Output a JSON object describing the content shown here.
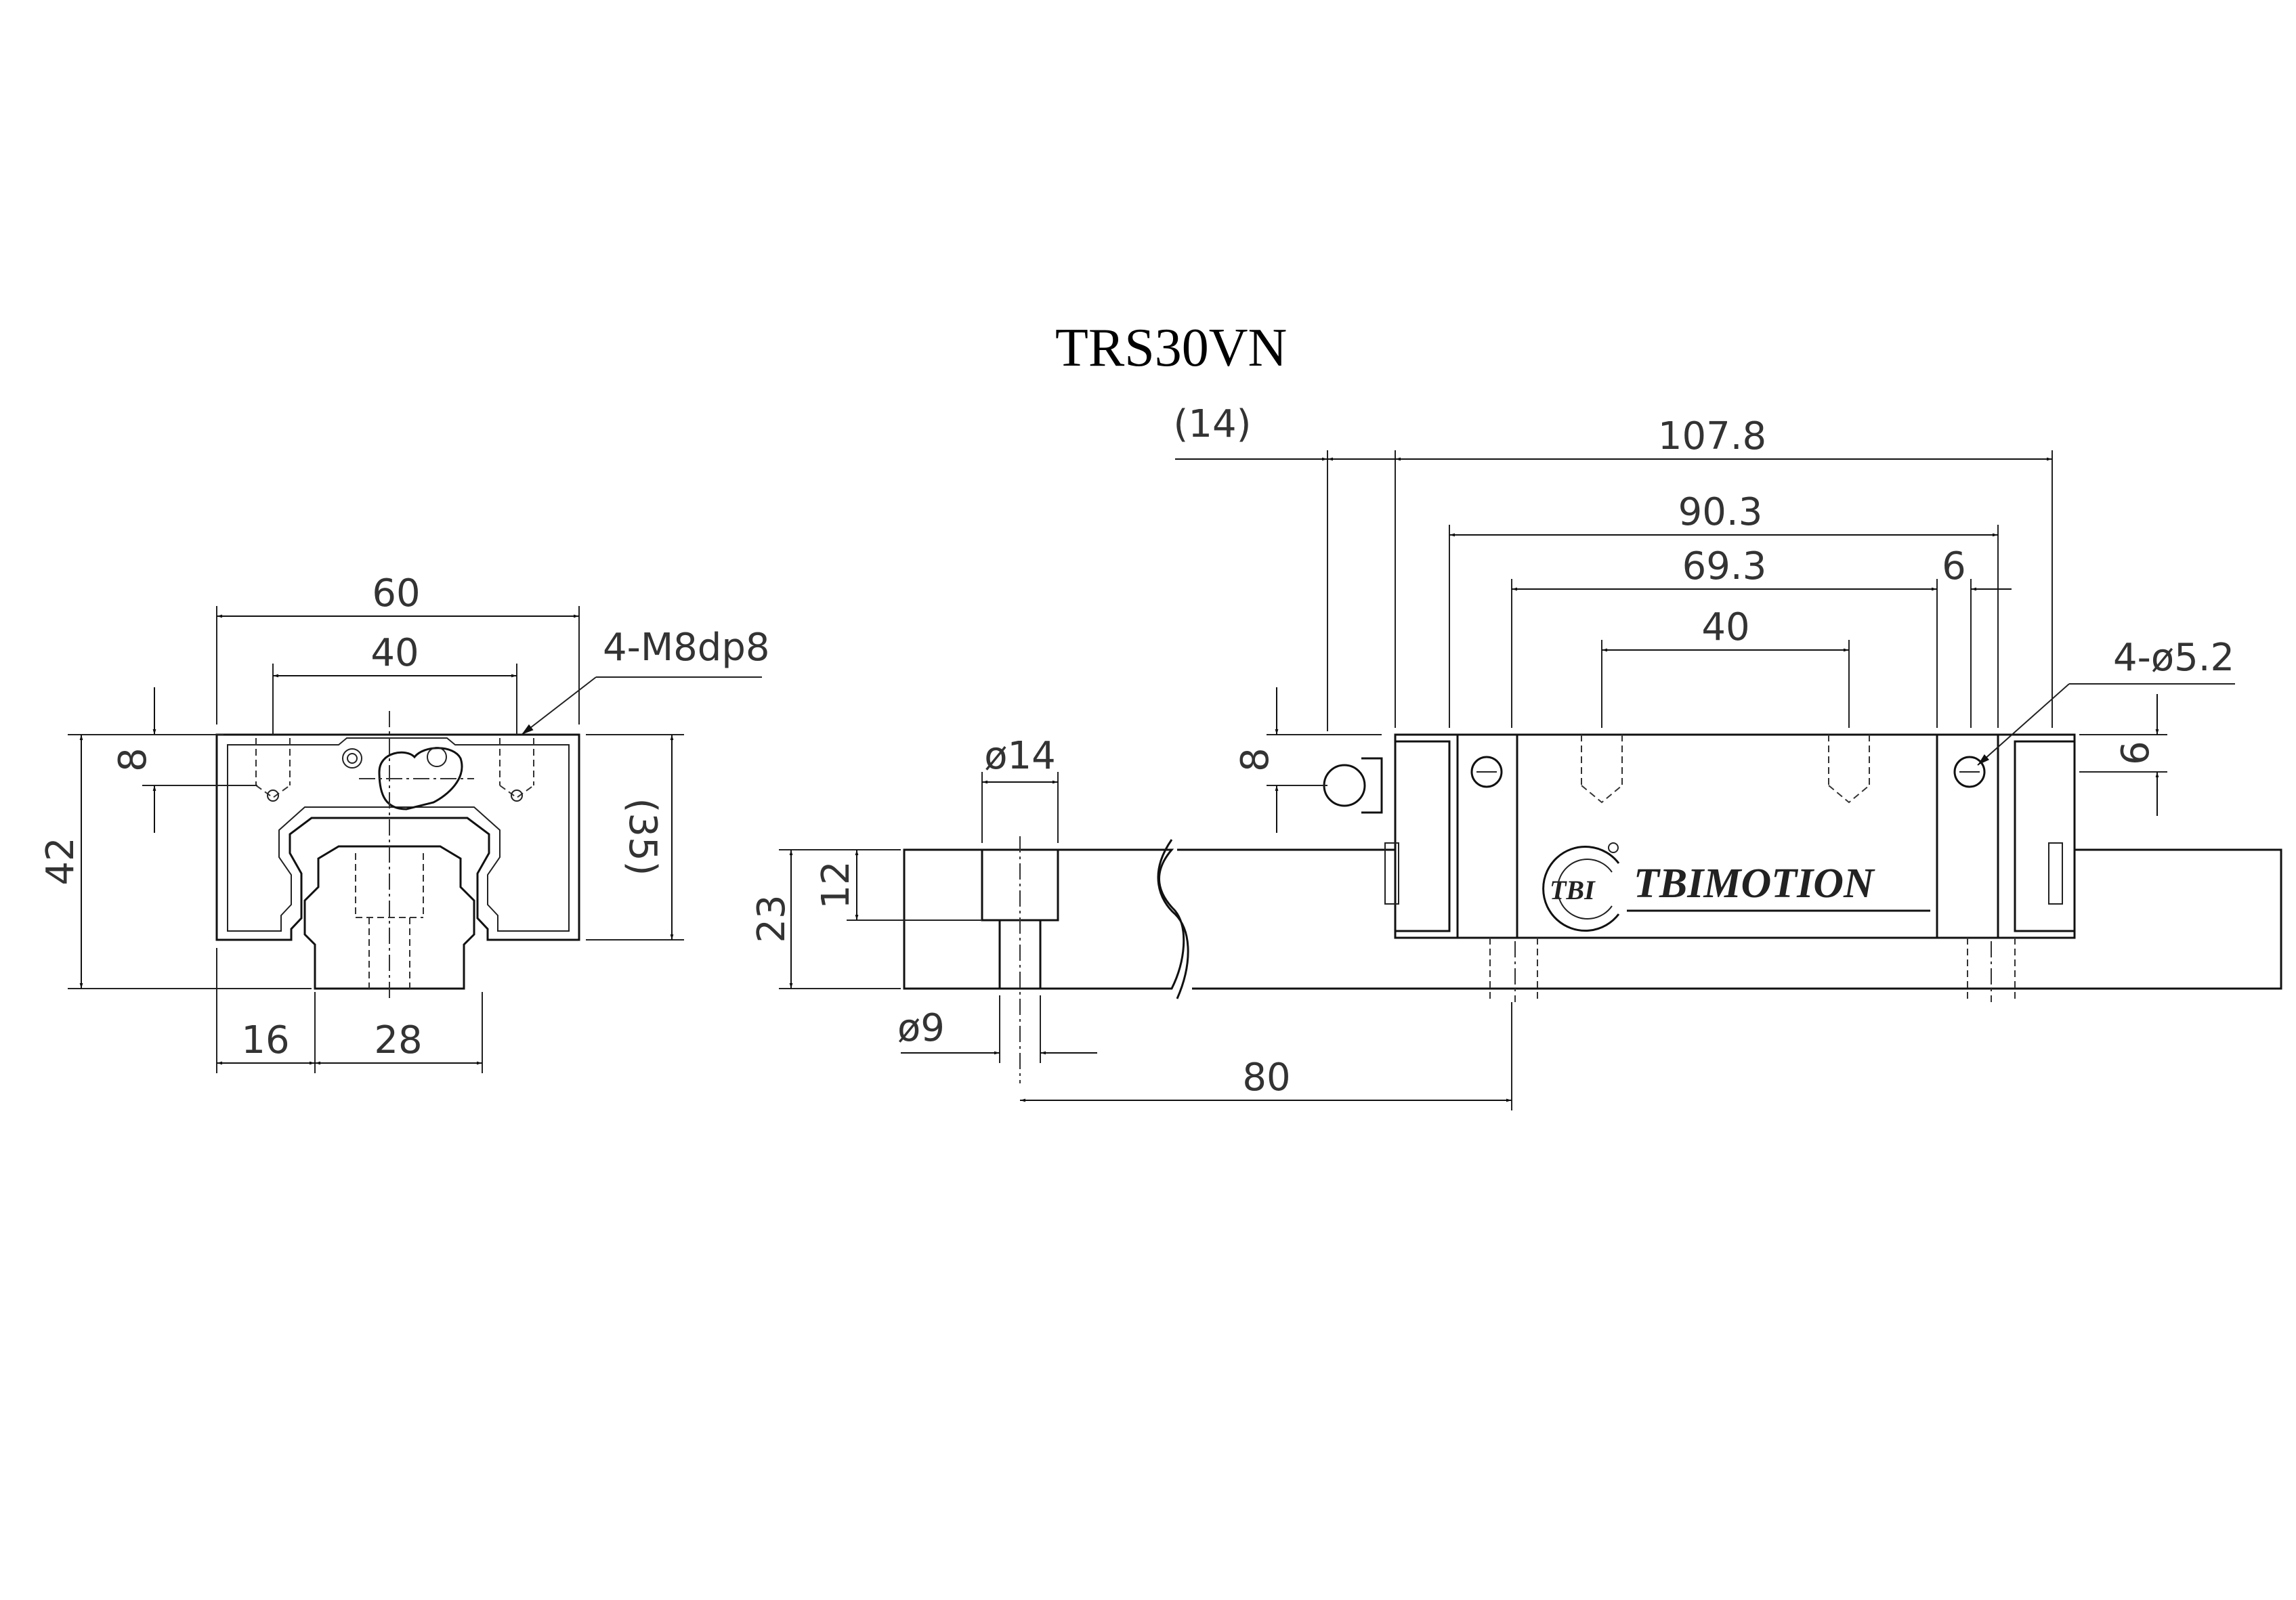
{
  "title": "TRS30VN",
  "front_view": {
    "dims": {
      "width": "60",
      "hole_pitch": "40",
      "thread_spec": "4-M8dp8",
      "thread_depth": "8",
      "height": "42",
      "rail_height": "(35)",
      "side_offset": "16",
      "rail_width": "28"
    }
  },
  "side_view": {
    "dims": {
      "grease_nipple": "(14)",
      "block_length": "107.8",
      "body_length": "90.3",
      "mount_span": "69.3",
      "end_offset": "6",
      "hole_pitch": "40",
      "screw_spec": "4-ø5.2",
      "nipple_height": "8",
      "screw_height": "6",
      "rail_height": "23",
      "counterbore_depth": "12",
      "counterbore_dia": "ø14",
      "hole_dia": "ø9",
      "rail_pitch": "80"
    },
    "logo_mark": "TBI",
    "brand": "TBIMOTION"
  }
}
